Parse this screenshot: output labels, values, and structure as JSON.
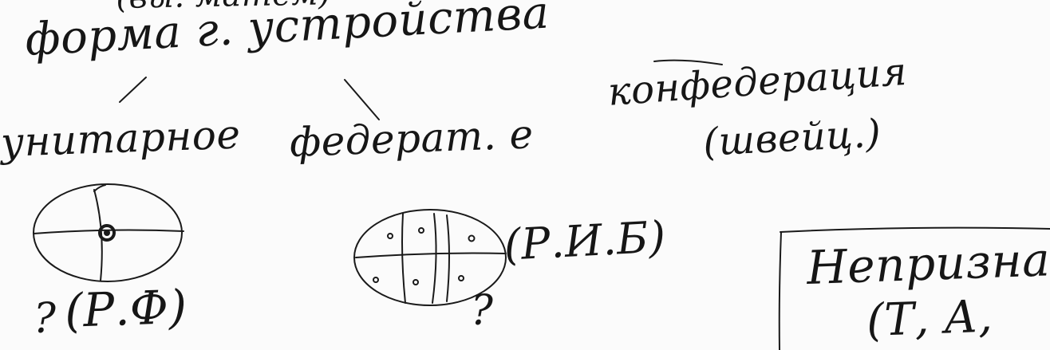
{
  "top_cut_text": "(вы. матем)",
  "heading": "форма г. устройства",
  "branches": {
    "unitary": {
      "label": "унитарное",
      "question_mark": "?",
      "examples": "(Р.Ф)"
    },
    "federal": {
      "label": "федерат. е",
      "question_mark": "?",
      "examples": "(Р.И.Б)"
    },
    "confederation": {
      "label": "конфедерация",
      "examples": "(швейц.)"
    }
  },
  "unrecognized_box": {
    "title": "Непризна",
    "examples": "(Т, А,"
  },
  "colors": {
    "ink": "#1a1a1a",
    "paper": "#fbfbfb"
  }
}
